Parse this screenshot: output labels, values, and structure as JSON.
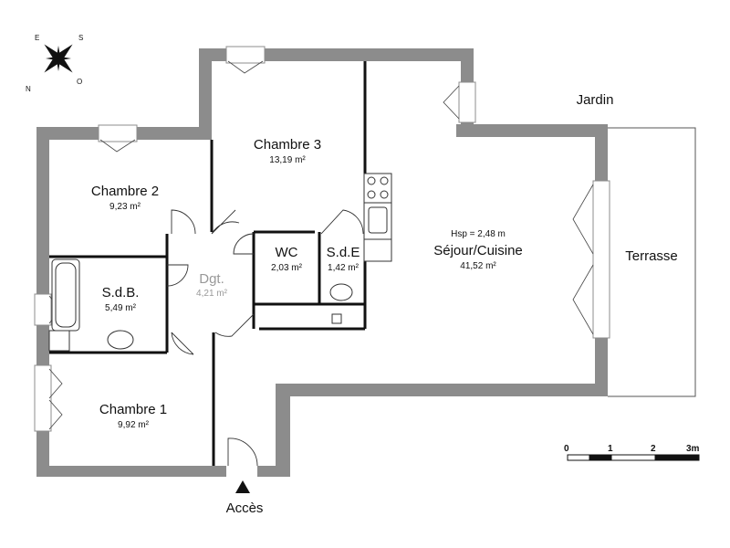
{
  "rooms": {
    "chambre3": {
      "name": "Chambre 3",
      "area": "13,19 m²"
    },
    "chambre2": {
      "name": "Chambre 2",
      "area": "9,23 m²"
    },
    "chambre1": {
      "name": "Chambre 1",
      "area": "9,92 m²"
    },
    "sdb": {
      "name": "S.d.B.",
      "area": "5,49 m²"
    },
    "dgt": {
      "name": "Dgt.",
      "area": "4,21 m²"
    },
    "wc": {
      "name": "WC",
      "area": "2,03 m²"
    },
    "sde": {
      "name": "S.d.E",
      "area": "1,42 m²"
    },
    "sejour": {
      "name": "Séjour/Cuisine",
      "area": "41,52 m²",
      "hsp": "Hsp = 2,48 m"
    }
  },
  "outside": {
    "jardin": "Jardin",
    "terrasse": "Terrasse",
    "acces": "Accès"
  },
  "scale": {
    "ticks": [
      "0",
      "1",
      "2",
      "3m"
    ]
  },
  "compass": {
    "n": "N",
    "s": "S",
    "e": "E",
    "o": "O"
  },
  "colors": {
    "wall": "#8c8c8c",
    "partition": "#111111",
    "background": "#ffffff"
  }
}
